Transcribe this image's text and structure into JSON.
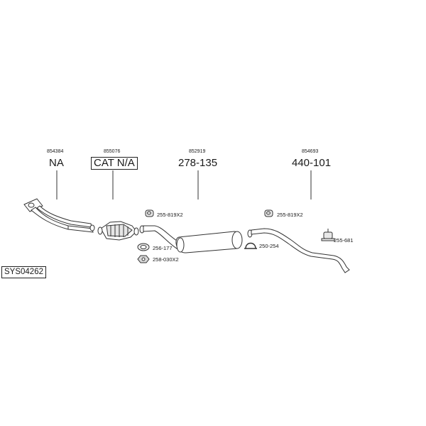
{
  "system_id": "SYS04262",
  "parts": [
    {
      "ref": "854384",
      "code": "NA"
    },
    {
      "ref": "855076",
      "code": "CAT N/A"
    },
    {
      "ref": "852919",
      "code": "278-135"
    },
    {
      "ref": "854693",
      "code": "440-101"
    }
  ],
  "accessories": [
    {
      "label": "255-819X2",
      "icon": "rubber-hanger-icon"
    },
    {
      "label": "256-177",
      "icon": "gasket-icon"
    },
    {
      "label": "258-030X2",
      "icon": "nut-icon"
    },
    {
      "label": "255-819X2",
      "icon": "rubber-hanger-icon"
    },
    {
      "label": "250-254",
      "icon": "clamp-icon"
    },
    {
      "label": "255-681",
      "icon": "mounting-rubber-icon"
    }
  ]
}
